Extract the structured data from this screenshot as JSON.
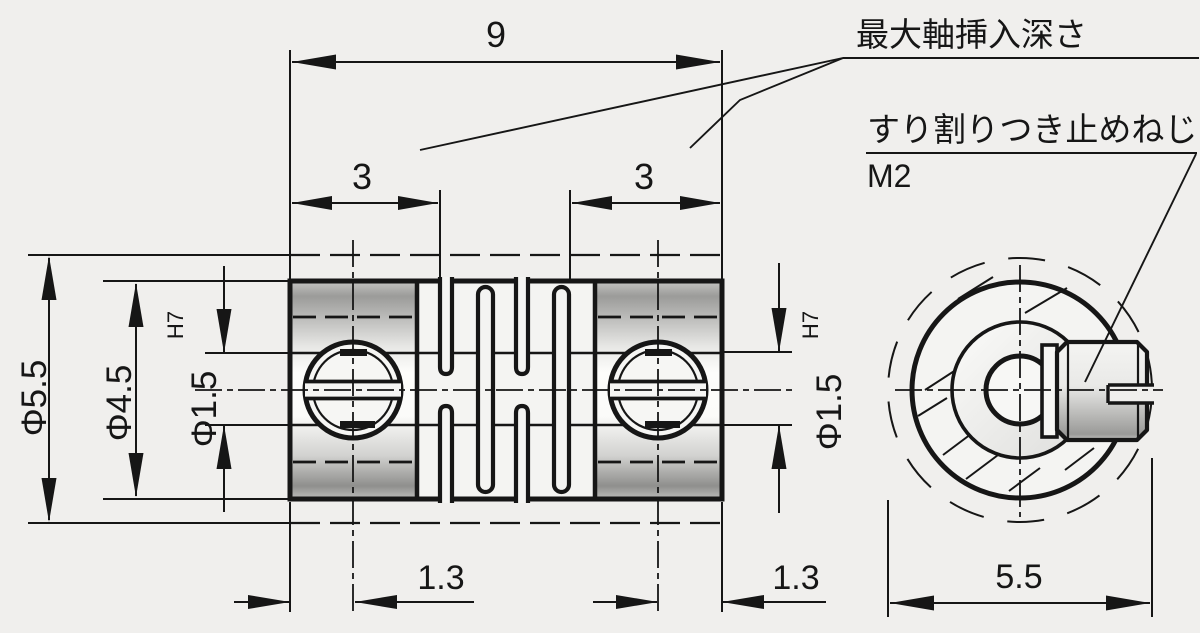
{
  "drawing": {
    "type": "engineering-drawing",
    "subject": "slit-type flexible coupling",
    "colors": {
      "background": "#f0efed",
      "line": "#161616",
      "fill_light": "#f4f4f2",
      "metal_mid": "#9b9b9b"
    },
    "notes": {
      "max_shaft_insertion_depth": "最大軸挿入深さ",
      "slotted_set_screw": "すり割りつき止めねじ",
      "set_screw_thread": "M2"
    },
    "dimensions": {
      "overall_length": "9",
      "shaft_insertion_left": "3",
      "shaft_insertion_right": "3",
      "outer_diameter": "Φ5.5",
      "hub_diameter": "Φ4.5",
      "bore_diameter_left": "Φ1.5",
      "bore_tolerance_left": "H7",
      "bore_diameter_right": "Φ1.5",
      "bore_tolerance_right": "H7",
      "set_screw_offset_left": "1.3",
      "set_screw_offset_right": "1.3",
      "end_view_diameter": "5.5"
    }
  }
}
